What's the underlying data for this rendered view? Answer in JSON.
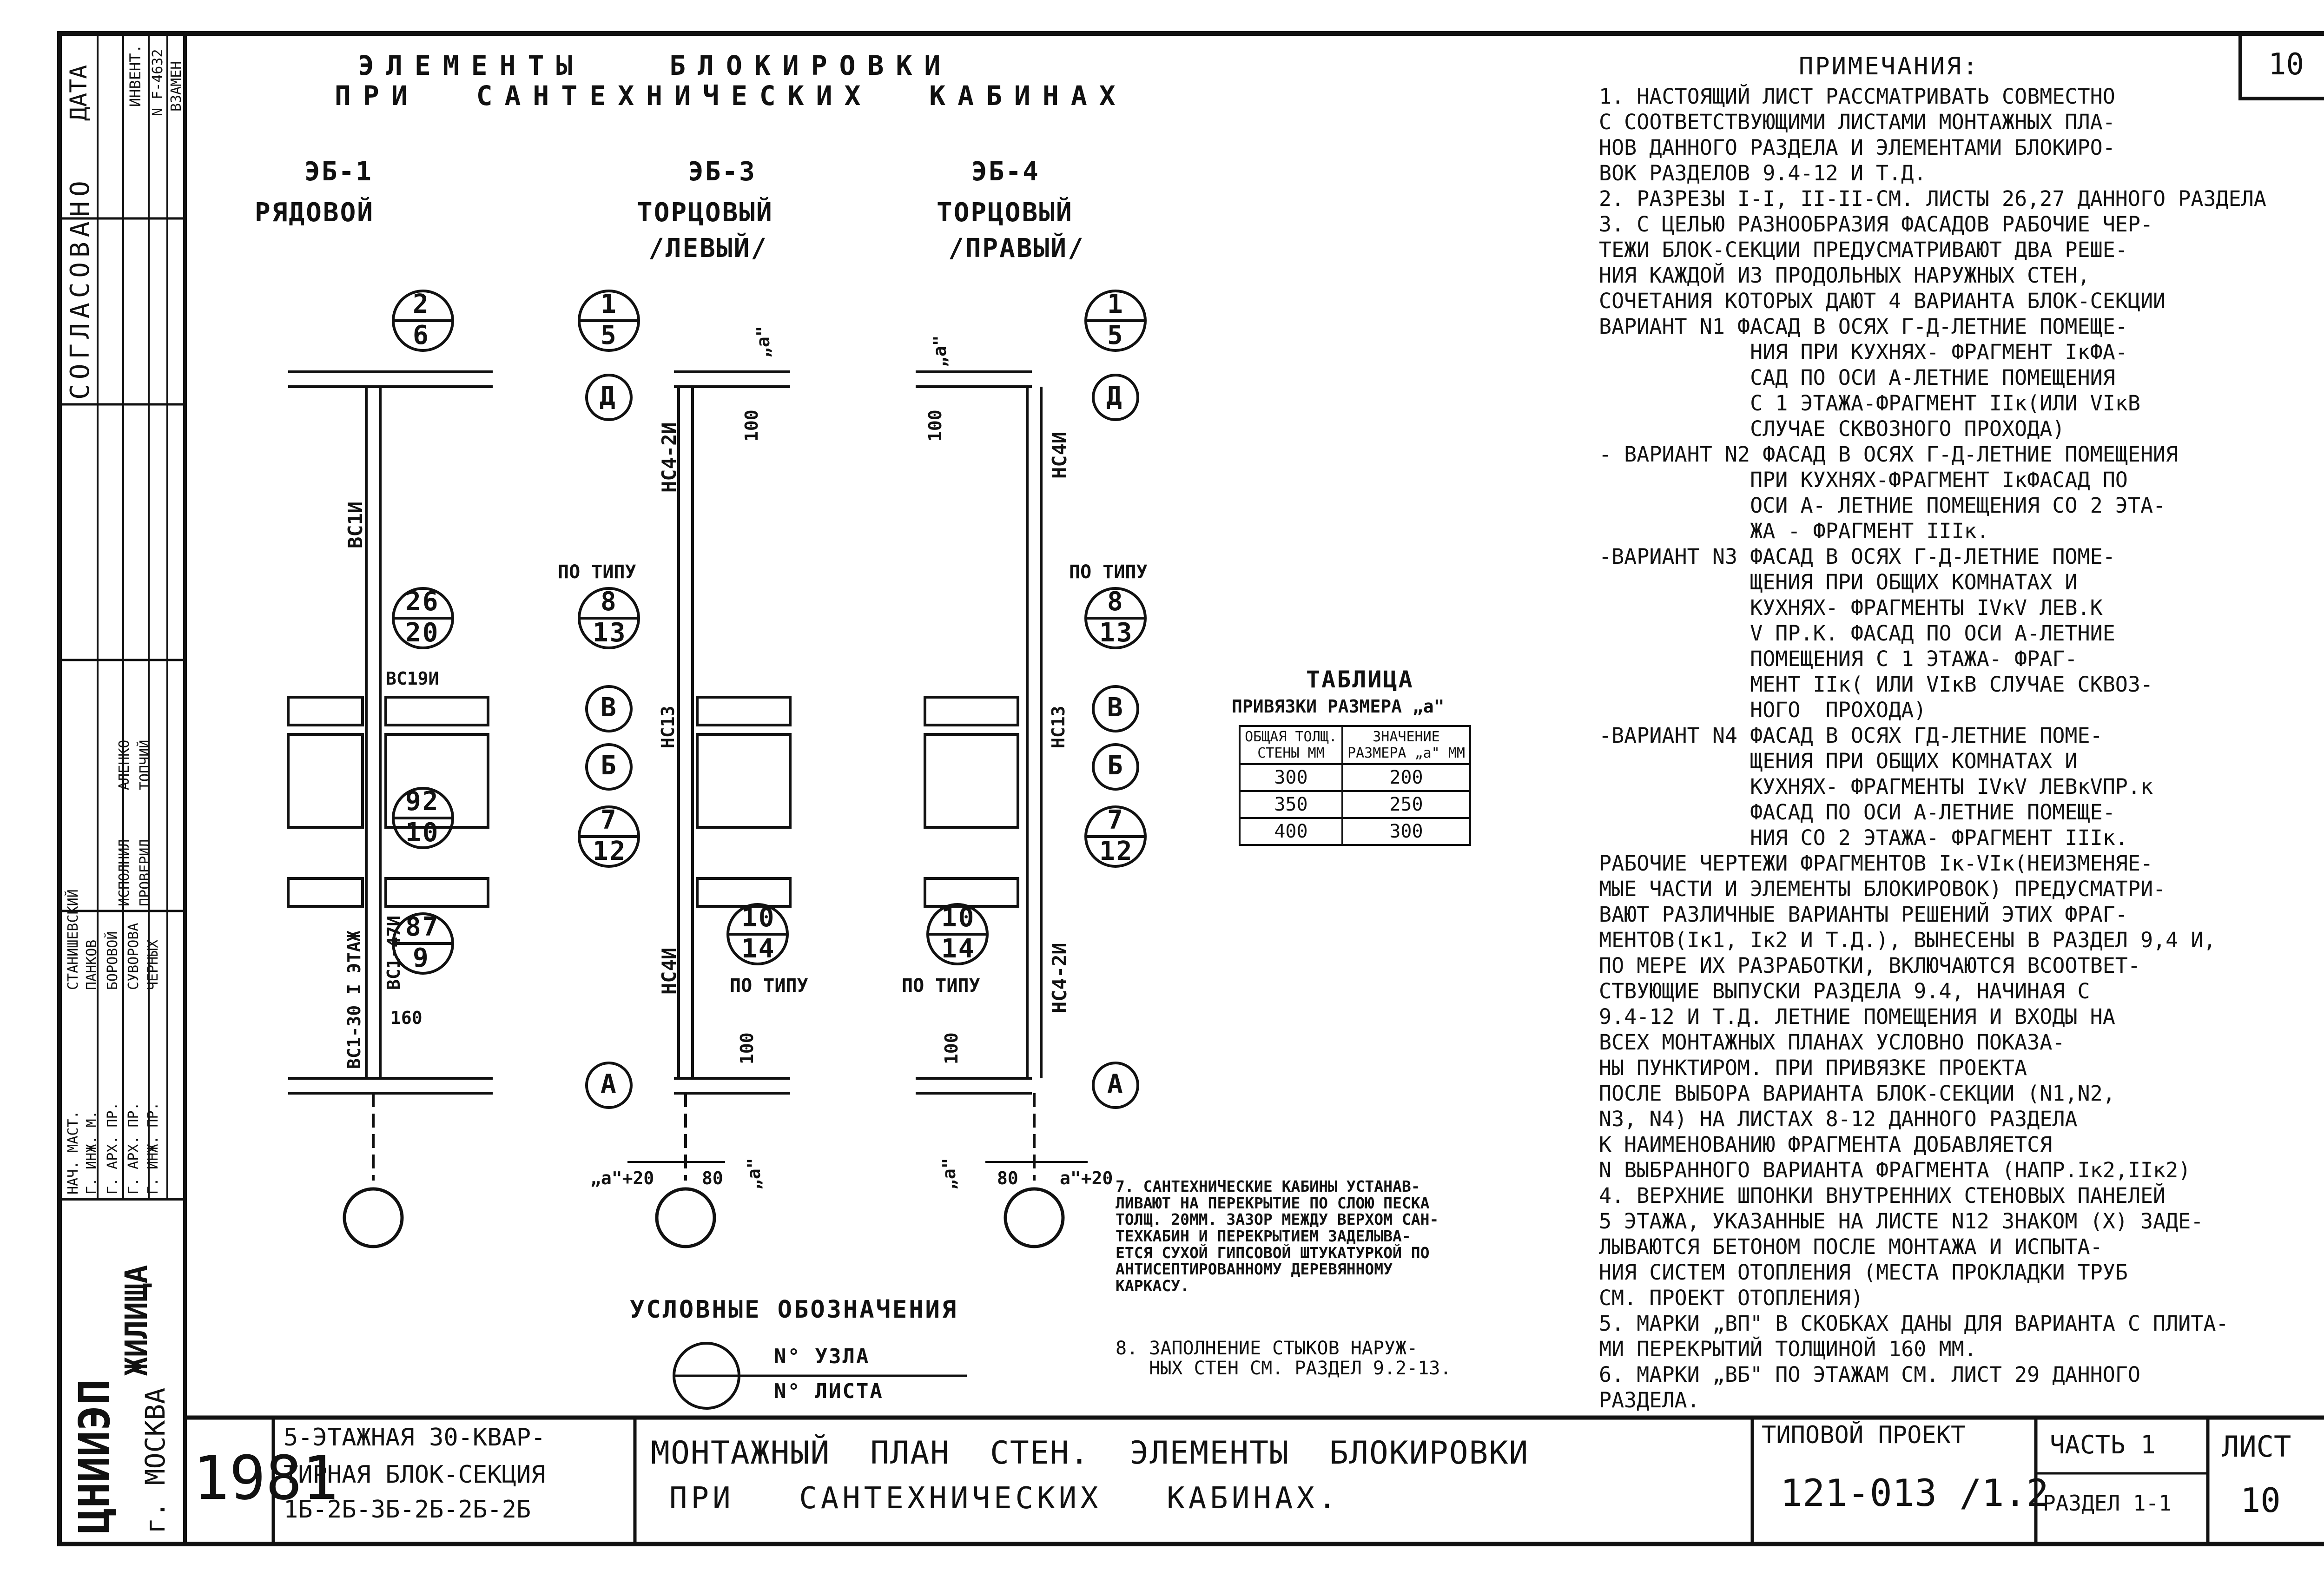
{
  "title": {
    "line1": "ЭЛЕМЕНТЫ   БЛОКИРОВКИ",
    "line2": "ПРИ  САНТЕХНИЧЕСКИХ  КАБИНАХ"
  },
  "elements": [
    {
      "code": "ЭБ-1",
      "name": "РЯДОВОЙ"
    },
    {
      "code": "ЭБ-3",
      "name": "ТОРЦОВЫЙ",
      "side": "/ЛЕВЫЙ/"
    },
    {
      "code": "ЭБ-4",
      "name": "ТОРЦОВЫЙ",
      "side": "/ПРАВЫЙ/"
    }
  ],
  "plan": {
    "eb1": {
      "nodes": [
        {
          "top": "2",
          "bottom": "6"
        },
        {
          "top": "26",
          "bottom": "20"
        },
        {
          "top": "92",
          "bottom": "10"
        },
        {
          "top": "87",
          "bottom": "9"
        }
      ],
      "marks": [
        "ВС1И",
        "ВС19И",
        "ВС1-30 I ЭТАЖ",
        "ВС1-47И"
      ],
      "dim": "160"
    },
    "eb3": {
      "nodes": [
        {
          "top": "1",
          "bottom": "5"
        },
        {
          "top": "8",
          "bottom": "13"
        },
        {
          "top": "7",
          "bottom": "12"
        },
        {
          "top": "10",
          "bottom": "14"
        }
      ],
      "axes": [
        "Д",
        "В",
        "Б",
        "А"
      ],
      "marks": [
        "НС4-2И",
        "НС13",
        "НС4И"
      ],
      "po_tipu_1": "ПО ТИПУ",
      "po_tipu_2": "ПО ТИПУ",
      "dim_a": "„a\"",
      "dim_100": "100",
      "dim_100b": "100",
      "dim_a20": "„a\"+20",
      "dim_80": "80",
      "dim_a_b": "„a\""
    },
    "eb4": {
      "nodes": [
        {
          "top": "1",
          "bottom": "5"
        },
        {
          "top": "8",
          "bottom": "13"
        },
        {
          "top": "7",
          "bottom": "12"
        },
        {
          "top": "10",
          "bottom": "14"
        }
      ],
      "axes": [
        "Д",
        "В",
        "Б",
        "А"
      ],
      "marks": [
        "НС4И",
        "НС13",
        "НС4-2И"
      ],
      "po_tipu_1": "ПО ТИПУ",
      "po_tipu_2": "ПО ТИПУ",
      "dim_a": "„a\"",
      "dim_100": "100",
      "dim_100b": "100",
      "dim_a20": "a\"+20",
      "dim_80": "80",
      "dim_a_b": "„a\""
    }
  },
  "table": {
    "title": "ТАБЛИЦА",
    "subtitle": "ПРИВЯЗКИ РАЗМЕРА „a\"",
    "headers": [
      "ОБЩАЯ ТОЛЩ. СТЕНЫ ММ",
      "ЗНАЧЕНИЕ РАЗМЕРА „a\" ММ"
    ],
    "rows": [
      [
        "300",
        "200"
      ],
      [
        "350",
        "250"
      ],
      [
        "400",
        "300"
      ]
    ]
  },
  "legend": {
    "title": "УСЛОВНЫЕ ОБОЗНАЧЕНИЯ",
    "top": "N° УЗЛА",
    "bottom": "N° ЛИСТА"
  },
  "notes_bottom": {
    "n7": [
      "7. САНТЕХНИЧЕСКИЕ КАБИНЫ УСТАНАВ-",
      "ЛИВАЮТ НА ПЕРЕКРЫТИЕ ПО СЛОЮ ПЕСКА",
      "ТОЛЩ. 20ММ. ЗАЗОР МЕЖДУ ВЕРХОМ САН-",
      "ТЕХКАБИН И ПЕРЕКРЫТИЕМ ЗАДЕЛЫВА-",
      "ЕТСЯ СУХОЙ ГИПСОВОЙ ШТУКАТУРКОЙ ПО",
      "АНТИСЕПТИРОВАННОМУ ДЕРЕВЯННОМУ",
      "КАРКАСУ."
    ],
    "n8": [
      "8. ЗАПОЛНЕНИЕ СТЫКОВ НАРУЖ-",
      "   НЫХ СТЕН СМ. РАЗДЕЛ 9.2-13."
    ]
  },
  "notes": {
    "title": "ПРИМЕЧАНИЯ:",
    "lines": [
      "1. НАСТОЯЩИЙ ЛИСТ РАССМАТРИВАТЬ СОВМЕСТНО",
      "С СООТВЕТСТВУЮЩИМИ ЛИСТАМИ МОНТАЖНЫХ ПЛА-",
      "НОВ ДАННОГО РАЗДЕЛА И ЭЛЕМЕНТАМИ БЛОКИРО-",
      "ВОК РАЗДЕЛОВ 9.4-12 И Т.Д.",
      "2. РАЗРЕЗЫ I-I, II-II-СМ. ЛИСТЫ 26,27 ДАННОГО РАЗДЕЛА",
      "3. С ЦЕЛЬЮ РАЗНООБРАЗИЯ ФАСАДОВ РАБОЧИЕ ЧЕР-",
      "ТЕЖИ БЛОК-СЕКЦИИ ПРЕДУСМАТРИВАЮТ ДВА РЕШЕ-",
      "НИЯ КАЖДОЙ ИЗ ПРОДОЛЬНЫХ НАРУЖНЫХ СТЕН,",
      "СОЧЕТАНИЯ КОТОРЫХ ДАЮТ 4 ВАРИАНТА БЛОК-СЕКЦИИ",
      "ВАРИАНТ N1 ФАСАД В ОСЯХ Г-Д-ЛЕТНИЕ ПОМЕЩЕ-",
      "            НИЯ ПРИ КУХНЯХ- ФРАГМЕНТ IкФА-",
      "            САД ПО ОСИ А-ЛЕТНИЕ ПОМЕЩЕНИЯ",
      "            С 1 ЭТАЖА-ФРАГМЕНТ IIк(ИЛИ VIкВ",
      "            СЛУЧАЕ СКВОЗНОГО ПРОХОДА)",
      "- ВАРИАНТ N2 ФАСАД В ОСЯХ Г-Д-ЛЕТНИЕ ПОМЕЩЕНИЯ",
      "            ПРИ КУХНЯХ-ФРАГМЕНТ IкФАСАД ПО",
      "            ОСИ А- ЛЕТНИЕ ПОМЕЩЕНИЯ СО 2 ЭТА-",
      "            ЖА - ФРАГМЕНТ IIIк.",
      "-ВАРИАНТ N3 ФАСАД В ОСЯХ Г-Д-ЛЕТНИЕ ПОМЕ-",
      "            ЩЕНИЯ ПРИ ОБЩИХ КОМНАТАХ И",
      "            КУХНЯХ- ФРАГМЕНТЫ IVкV ЛЕВ.К",
      "            V ПР.К. ФАСАД ПО ОСИ А-ЛЕТНИЕ",
      "            ПОМЕЩЕНИЯ С 1 ЭТАЖА- ФРАГ-",
      "            МЕНТ IIк( ИЛИ VIкВ СЛУЧАЕ СКВОЗ-",
      "            НОГО  ПРОХОДА)",
      "-ВАРИАНТ N4 ФАСАД В ОСЯХ ГД-ЛЕТНИЕ ПОМЕ-",
      "            ЩЕНИЯ ПРИ ОБЩИХ КОМНАТАХ И",
      "            КУХНЯХ- ФРАГМЕНТЫ IVкV ЛЕВкVПР.к",
      "            ФАСАД ПО ОСИ А-ЛЕТНИЕ ПОМЕЩЕ-",
      "            НИЯ СО 2 ЭТАЖА- ФРАГМЕНТ IIIк.",
      "РАБОЧИЕ ЧЕРТЕЖИ ФРАГМЕНТОВ Iк-VIк(НЕИЗМЕНЯЕ-",
      "МЫЕ ЧАСТИ И ЭЛЕМЕНТЫ БЛОКИРОВОК) ПРЕДУСМАТРИ-",
      "ВАЮТ РАЗЛИЧНЫЕ ВАРИАНТЫ РЕШЕНИЙ ЭТИХ ФРАГ-",
      "МЕНТОВ(Iк1, Iк2 И Т.Д.), ВЫНЕСЕНЫ В РАЗДЕЛ 9,4 И,",
      "ПО МЕРЕ ИХ РАЗРАБОТКИ, ВКЛЮЧАЮТСЯ ВСООТВЕТ-",
      "СТВУЮЩИЕ ВЫПУСКИ РАЗДЕЛА 9.4, НАЧИНАЯ С",
      "9.4-12 И Т.Д. ЛЕТНИЕ ПОМЕЩЕНИЯ И ВХОДЫ НА",
      "ВСЕХ МОНТАЖНЫХ ПЛАНАХ УСЛОВНО ПОКАЗА-",
      "НЫ ПУНКТИРОМ. ПРИ ПРИВЯЗКЕ ПРОЕКТА",
      "ПОСЛЕ ВЫБОРА ВАРИАНТА БЛОК-СЕКЦИИ (N1,N2,",
      "N3, N4) НА ЛИСТАХ 8-12 ДАННОГО РАЗДЕЛА",
      "К НАИМЕНОВАНИЮ ФРАГМЕНТА ДОБАВЛЯЕТСЯ",
      "N ВЫБРАННОГО ВАРИАНТА ФРАГМЕНТА (НАПР.Iк2,IIк2)",
      "4. ВЕРХНИЕ ШПОНКИ ВНУТРЕННИХ СТЕНОВЫХ ПАНЕЛЕЙ",
      "5 ЭТАЖА, УКАЗАННЫЕ НА ЛИСТЕ N12 ЗНАКОМ (X) ЗАДЕ-",
      "ЛЫВАЮТСЯ БЕТОНОМ ПОСЛЕ МОНТАЖА И ИСПЫТА-",
      "НИЯ СИСТЕМ ОТОПЛЕНИЯ (МЕСТА ПРОКЛАДКИ ТРУБ",
      "СМ. ПРОЕКТ ОТОПЛЕНИЯ)",
      "5. МАРКИ „ВП\" В СКОБКАХ ДАНЫ ДЛЯ ВАРИАНТА С ПЛИТА-",
      "МИ ПЕРЕКРЫТИЙ ТОЛЩИНОЙ 160 ММ.",
      "6. МАРКИ „ВБ\" ПО ЭТАЖАМ СМ. ЛИСТ 29 ДАННОГО",
      "РАЗДЕЛА."
    ]
  },
  "sheet_box": "10",
  "title_block": {
    "org": "ЦНИИЭП",
    "org2": "ЖИЛИЩА",
    "city": "г. МОСКВА",
    "year": "1981",
    "desc": [
      "5-ЭТАЖНАЯ 30-КВАР-",
      "ТИРНАЯ БЛОК-СЕКЦИЯ",
      "1Б-2Б-3Б-2Б-2Б-2Б"
    ],
    "sheet_title": [
      "МОНТАЖНЫЙ  ПЛАН  СТЕН.  ЭЛЕМЕНТЫ  БЛОКИРОВКИ",
      "ПРИ   САНТЕХНИЧЕСКИХ   КАБИНАХ."
    ],
    "project_label": "ТИПОВОЙ ПРОЕКТ",
    "project_no": "121-013 /1.2",
    "part": "ЧАСТЬ 1",
    "section": "РАЗДЕЛ 1-1",
    "sheet_label": "ЛИСТ",
    "sheet_no": "10"
  },
  "side_stamp": {
    "agreed": "СОГЛАСОВАНО",
    "date": "ДАТА",
    "inv": "ИНВЕНТ.",
    "inv_no": "N F-4632",
    "replaced": "ВЗАМЕН",
    "roles": [
      "НАЧ. МАСТ.",
      "Г. ИНЖ. М.",
      "Г. АРХ. ПР.",
      "Г. АРХ. ПР.",
      "Г. ИНЖ. ПР."
    ],
    "names": [
      "СТАНИШЕВСКИЙ",
      "ПАНКОВ",
      "БОРОВОЙ",
      "СУВОРОВА",
      "ЧЕРНЫХ"
    ],
    "role2": [
      "ИСПОЛНИЛ",
      "ПРОВЕРИЛ"
    ],
    "names2": [
      "АЛЕНКО",
      "ТОПЧИЙ"
    ]
  }
}
